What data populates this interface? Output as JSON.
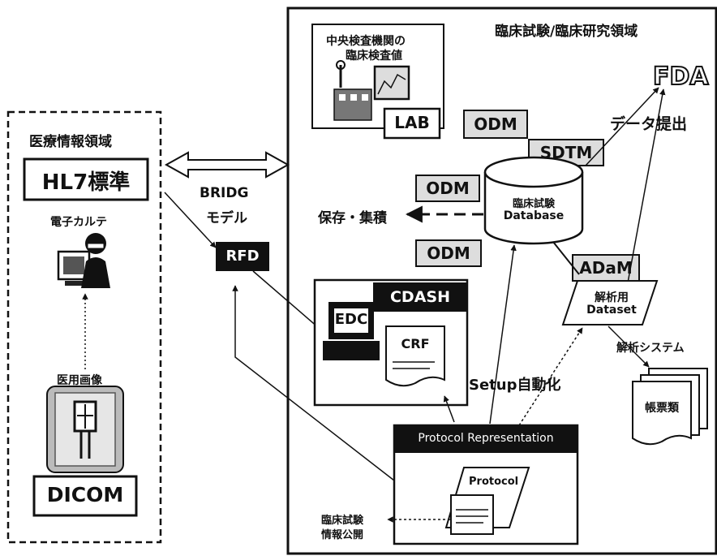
{
  "medical_region": {
    "title": "医療情報領域",
    "hl7": "HL7標準",
    "ehr": "電子カルテ",
    "imaging": "医用画像",
    "dicom": "DICOM"
  },
  "bridg": {
    "line1": "BRIDG",
    "line2": "モデル",
    "rfd": "RFD"
  },
  "clinical_region": {
    "title": "臨床試験/臨床研究領域",
    "lab_title_1": "中央検査機関の",
    "lab_title_2": "臨床検査値",
    "lab": "LAB",
    "odm": "ODM",
    "sdtm": "SDTM",
    "adam": "ADaM",
    "fda": "FDA",
    "data_submit": "データ提出",
    "db_line1": "臨床試験",
    "db_line2": "Database",
    "storage": "保存・集積",
    "cdash": "CDASH",
    "edc": "EDC",
    "crf": "CRF",
    "dataset_line1": "解析用",
    "dataset_line2": "Dataset",
    "analysis_system": "解析システム",
    "reports": "帳票類",
    "setup": "Setup自動化",
    "protocol_rep": "Protocol Representation",
    "protocol": "Protocol",
    "disclosure_1": "臨床試験",
    "disclosure_2": "情報公開"
  }
}
